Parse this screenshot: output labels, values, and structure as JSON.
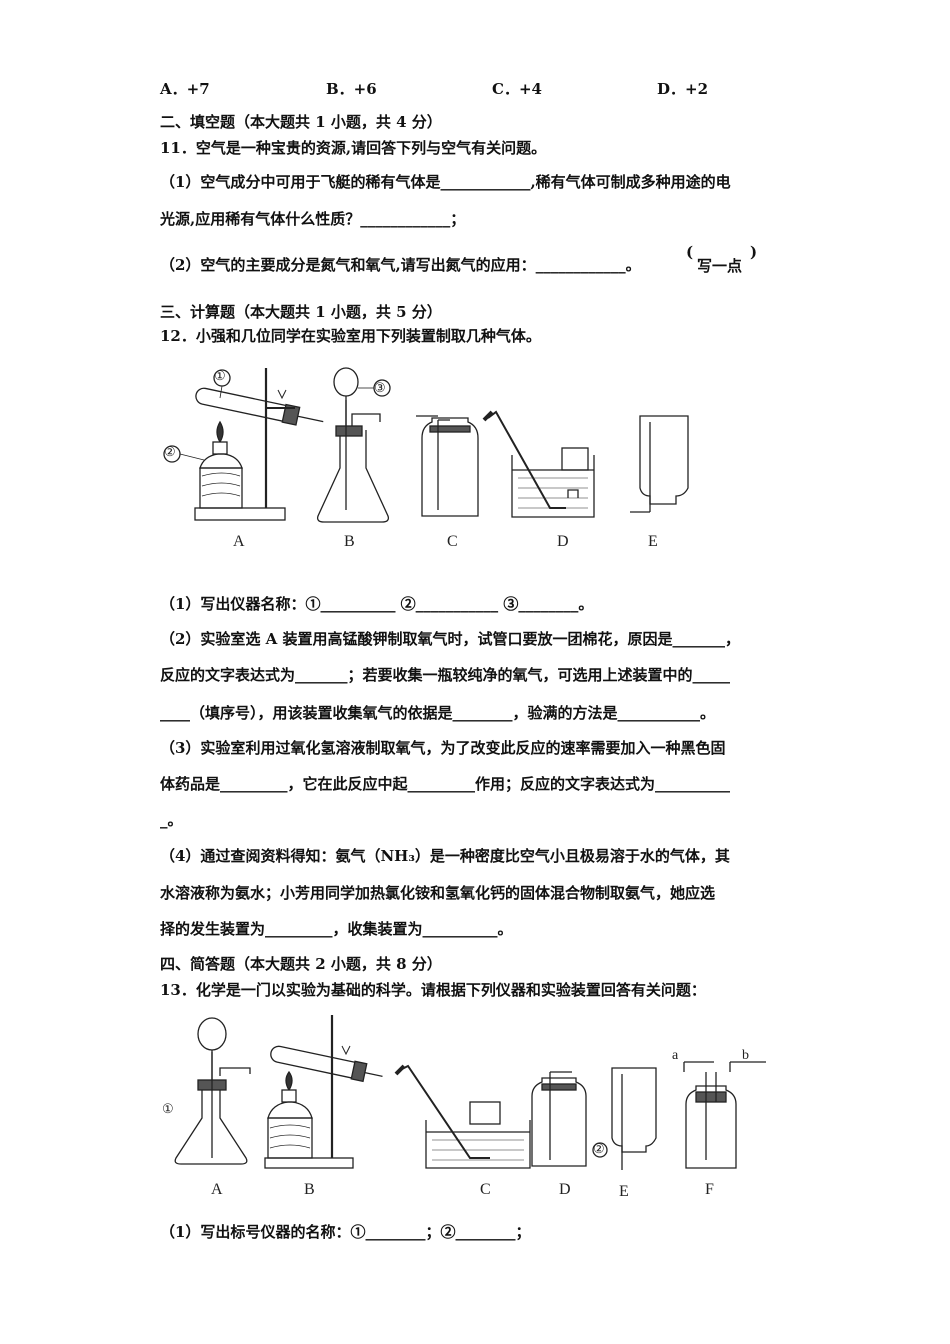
{
  "options": {
    "a": "A．+7",
    "b": "B．+6",
    "c": "C．+4",
    "d": "D．+2"
  },
  "section2": {
    "heading": "二、填空题（本大题共 1 小题，共 4 分）",
    "q11": "11．空气是一种宝贵的资源,请回答下列与空气有关问题。",
    "q11_1a": "（1）空气成分中可用于飞艇的稀有气体是____________,稀有气体可制成多种用途的电",
    "q11_1b": "光源,应用稀有气体什么性质？____________；",
    "q11_2": "（2）空气的主要成分是氮气和氧气,请写出氮气的应用：____________。",
    "q11_2_note": "写一点"
  },
  "section3": {
    "heading": "三、计算题（本大题共 1 小题，共 5 分）",
    "q12": "12．小强和几位同学在实验室用下列装置制取几种气体。",
    "fig_labels": [
      "A",
      "B",
      "C",
      "D",
      "E"
    ],
    "marker1": "①",
    "marker2": "②",
    "marker3": "③",
    "q12_1": "（1）写出仪器名称：①__________    ②___________    ③________。",
    "q12_2a": "（2）实验室选 A 装置用高锰酸钾制取氧气时，试管口要放一团棉花，原因是_______，",
    "q12_2b": "反应的文字表达式为_______；若要收集一瓶较纯净的氧气，可选用上述装置中的_____",
    "q12_2c": "____（填序号），用该装置收集氧气的依据是________，验满的方法是___________。",
    "q12_3a": "（3）实验室利用过氧化氢溶液制取氧气，为了改变此反应的速率需要加入一种黑色固",
    "q12_3b": "体药品是_________，它在此反应中起_________作用；反应的文字表达式为__________",
    "q12_3c": "_。",
    "q12_4a": "（4）通过查阅资料得知：氨气（NH₃）是一种密度比空气小且极易溶于水的气体，其",
    "q12_4b": "水溶液称为氨水；小芳用同学加热氯化铵和氢氧化钙的固体混合物制取氨气，她应选",
    "q12_4c": "择的发生装置为_________，收集装置为__________。"
  },
  "section4": {
    "heading": "四、简答题（本大题共 2 小题，共 8 分）",
    "q13": "13．化学是一门以实验为基础的科学。请根据下列仪器和实验装置回答有关问题：",
    "fig_labels": [
      "A",
      "B",
      "C",
      "D",
      "E",
      "F"
    ],
    "marker1": "①",
    "marker2": "②",
    "port_a": "a",
    "port_b": "b",
    "q13_1": "（1）写出标号仪器的名称：①________；②________；"
  }
}
